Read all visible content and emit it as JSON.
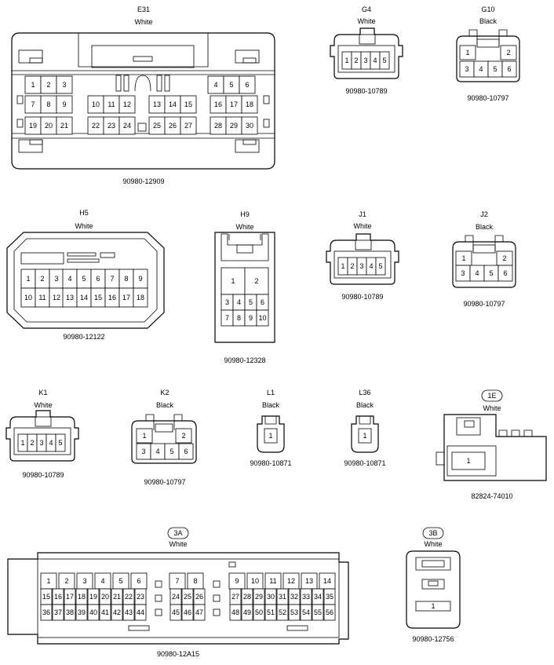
{
  "connectors": [
    {
      "id": "E31",
      "color": "White",
      "part": "90980-12909",
      "pins": [
        [
          "1",
          "2",
          "3",
          "4",
          "5",
          "6"
        ],
        [
          "7",
          "8",
          "9",
          "10",
          "11",
          "12",
          "13",
          "14",
          "15",
          "16",
          "17",
          "18"
        ],
        [
          "19",
          "20",
          "21",
          "22",
          "23",
          "24",
          "25",
          "26",
          "27",
          "28",
          "29",
          "30"
        ]
      ]
    },
    {
      "id": "G4",
      "color": "White",
      "part": "90980-10789",
      "pins": [
        [
          "1",
          "2",
          "3",
          "4",
          "5"
        ]
      ]
    },
    {
      "id": "G10",
      "color": "Black",
      "part": "90980-10797",
      "pins": [
        [
          "1",
          "2"
        ],
        [
          "3",
          "4",
          "5",
          "6"
        ]
      ]
    },
    {
      "id": "H5",
      "color": "White",
      "part": "90980-12122",
      "pins": [
        [
          "1",
          "2",
          "3",
          "4",
          "5",
          "6",
          "7",
          "8",
          "9"
        ],
        [
          "10",
          "11",
          "12",
          "13",
          "14",
          "15",
          "16",
          "17",
          "18"
        ]
      ]
    },
    {
      "id": "H9",
      "color": "White",
      "part": "90980-12328",
      "pins": [
        [
          "1",
          "2"
        ],
        [
          "3",
          "4",
          "5",
          "6"
        ],
        [
          "7",
          "8",
          "9",
          "10"
        ]
      ]
    },
    {
      "id": "J1",
      "color": "White",
      "part": "90980-10789",
      "pins": [
        [
          "1",
          "2",
          "3",
          "4",
          "5"
        ]
      ]
    },
    {
      "id": "J2",
      "color": "Black",
      "part": "90980-10797",
      "pins": [
        [
          "1",
          "2"
        ],
        [
          "3",
          "4",
          "5",
          "6"
        ]
      ]
    },
    {
      "id": "K1",
      "color": "White",
      "part": "90980-10789",
      "pins": [
        [
          "1",
          "2",
          "3",
          "4",
          "5"
        ]
      ]
    },
    {
      "id": "K2",
      "color": "Black",
      "part": "90980-10797",
      "pins": [
        [
          "1",
          "2"
        ],
        [
          "3",
          "4",
          "5",
          "6"
        ]
      ]
    },
    {
      "id": "L1",
      "color": "Black",
      "part": "90980-10871",
      "pins": [
        [
          "1"
        ]
      ]
    },
    {
      "id": "L36",
      "color": "Black",
      "part": "90980-10871",
      "pins": [
        [
          "1"
        ]
      ]
    },
    {
      "id": "1E",
      "color": "White",
      "part": "82824-74010",
      "pins": [
        [
          "1"
        ]
      ]
    },
    {
      "id": "3A",
      "color": "White",
      "part": "90980-12A15",
      "pins": [
        [
          "1",
          "2",
          "3",
          "4",
          "5",
          "6",
          "7",
          "8",
          "9",
          "10",
          "11",
          "12",
          "13",
          "14"
        ],
        [
          "15",
          "16",
          "17",
          "18",
          "19",
          "20",
          "21",
          "22",
          "23",
          "24",
          "25",
          "26",
          "27",
          "28",
          "29",
          "30",
          "31",
          "32",
          "33",
          "34",
          "35"
        ],
        [
          "36",
          "37",
          "38",
          "39",
          "40",
          "41",
          "42",
          "43",
          "44",
          "45",
          "46",
          "47",
          "48",
          "49",
          "50",
          "51",
          "52",
          "53",
          "54",
          "55",
          "56"
        ]
      ]
    },
    {
      "id": "3B",
      "color": "White",
      "part": "90980-12756",
      "pins": [
        [
          "1"
        ]
      ]
    }
  ]
}
